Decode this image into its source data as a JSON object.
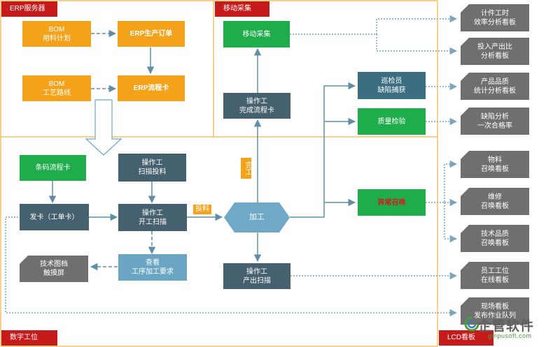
{
  "regions": {
    "erp": "ERP服务器",
    "mobile": "移动采集",
    "station": "数字工位",
    "lcd": "LCD看板"
  },
  "nodes": {
    "bom_plan": "BOM\n用料计划",
    "erp_order": "ERP生产订单",
    "bom_route": "BOM\n工艺路线",
    "erp_card": "ERP流程卡",
    "mobile_collect": "移动采集",
    "op_finish": "操作工\n完成流程卡",
    "barcode_card": "条码流程卡",
    "op_scan_feed": "操作工\n扫描投料",
    "issue_card": "发卡（工单卡）",
    "op_start_scan": "操作工\n开工扫描",
    "process": "加工",
    "tech_screen": "技术图档\n触摸屏",
    "view_requirements": "查看\n工序加工要求",
    "op_output_scan": "操作工\n产出扫描",
    "inspector": "巡检员\n缺陷捕获",
    "qc": "质量检验",
    "abnormal_call": "异常召唤"
  },
  "tags": {
    "feed": "投料",
    "done": "完工"
  },
  "boards": {
    "piece_work": "计件工时\n效率分析看板",
    "input_output": "投入产出比\n分析看板",
    "quality": "产品品质\n统计分析看板",
    "defect": "缺陷分析\n一次合格率",
    "material": "物料\n召唤看板",
    "repair": "维修\n召唤看板",
    "tech_quality": "技术品质\n召唤看板",
    "employee": "员工工位\n在线看板",
    "site": "现场看板\n发布作业队列"
  },
  "watermark": {
    "main": "企管软件",
    "sub": "gmpusoft.com"
  },
  "colors": {
    "region_label": "#c61b1b",
    "region_border": "#f5a21b",
    "orange": "#f5a21b",
    "green": "#1fac4b",
    "slate": "#45606e",
    "arrow": "#5f8ea6"
  }
}
